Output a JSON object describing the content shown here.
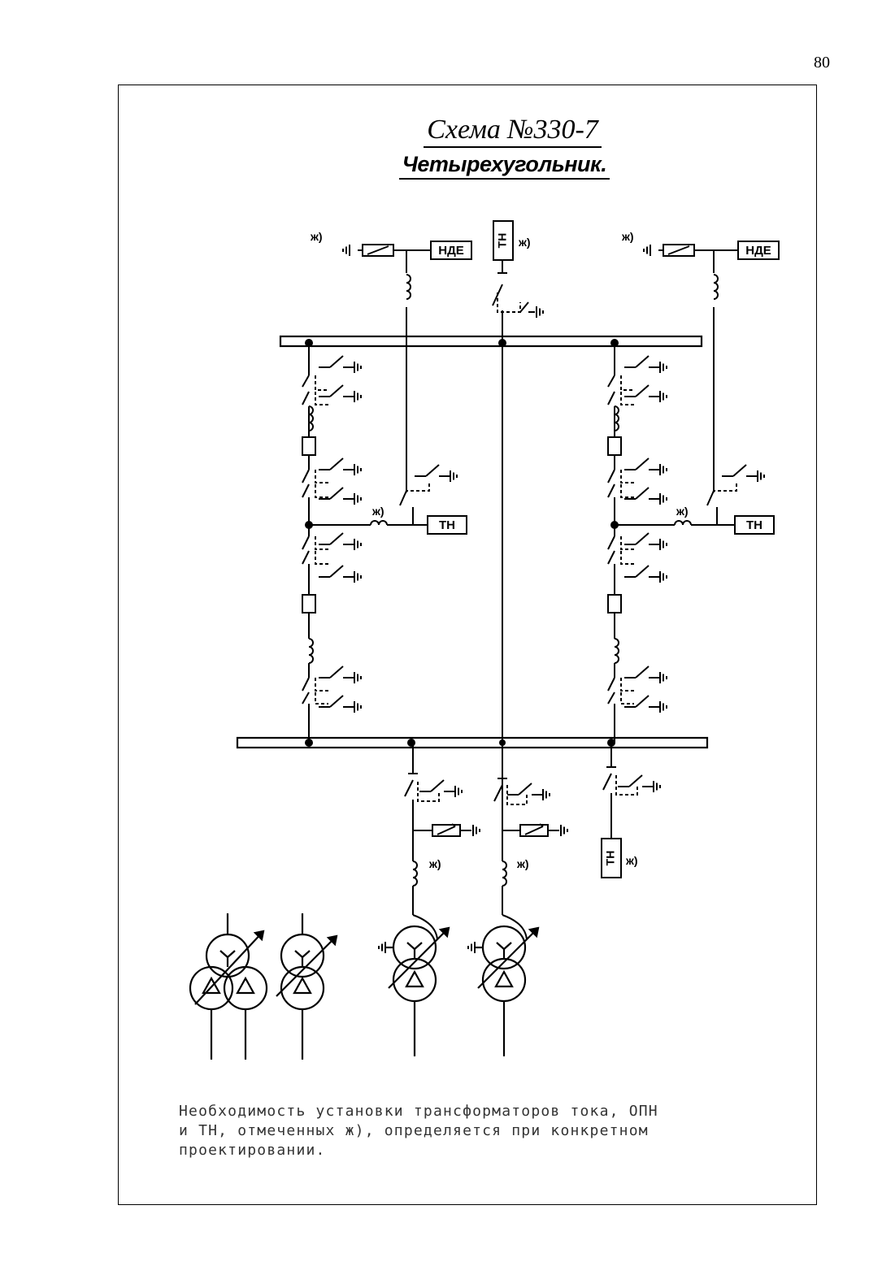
{
  "page_number": "80",
  "title": {
    "line1": "Схема №330-7",
    "line2": "Четырехугольник."
  },
  "labels": {
    "nde": "НДЕ",
    "tn": "ТН",
    "mark": "ж)"
  },
  "note": {
    "line1": "Необходимость установки трансформаторов тока, ОПН",
    "line2": "и ТН, отмеченных ж), определяется при конкретном",
    "line3": "проектировании."
  }
}
